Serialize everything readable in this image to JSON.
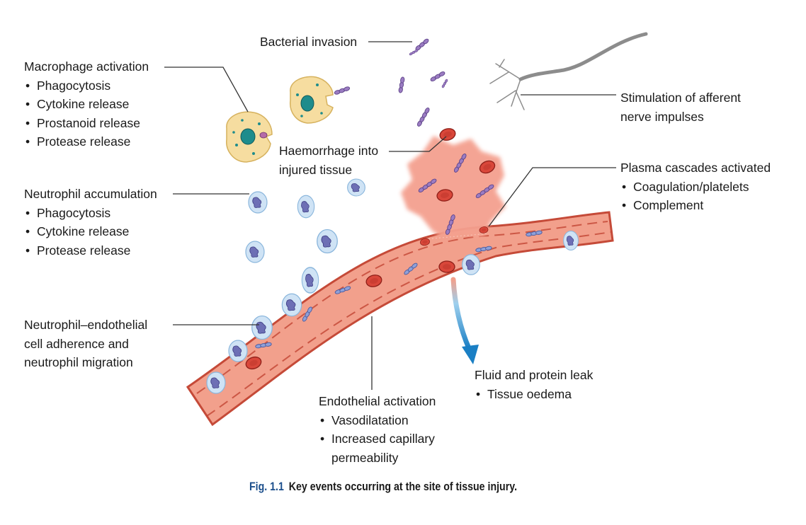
{
  "labels": {
    "bacterial_invasion": "Bacterial invasion",
    "macrophage": {
      "title": "Macrophage activation",
      "items": [
        "Phagocytosis",
        "Cytokine release",
        "Prostanoid release",
        "Protease release"
      ]
    },
    "neutrophil_accumulation": {
      "title": "Neutrophil accumulation",
      "items": [
        "Phagocytosis",
        "Cytokine release",
        "Protease release"
      ]
    },
    "neutrophil_endothelial": [
      "Neutrophil–endothelial",
      "cell adherence and",
      "neutrophil migration"
    ],
    "haemorrhage": [
      "Haemorrhage into",
      "injured tissue"
    ],
    "afferent": [
      "Stimulation of afferent",
      "nerve impulses"
    ],
    "plasma": {
      "title": "Plasma cascades activated",
      "items": [
        "Coagulation/platelets",
        "Complement"
      ]
    },
    "fluid": {
      "title": "Fluid and protein leak",
      "items": [
        "Tissue oedema"
      ]
    },
    "endothelial": {
      "title": "Endothelial activation",
      "items": [
        "Vasodilatation",
        "Increased capillary"
      ],
      "continuation": "permeability"
    }
  },
  "caption": {
    "fig_number": "Fig. 1.1",
    "text": "Key events occurring at the site of tissue injury."
  },
  "colors": {
    "vessel_fill": "#f2a08c",
    "vessel_wall": "#c54a38",
    "haemorrhage": "#f4a08f",
    "rbc": "#d9473a",
    "bacteria": "#8a6bb0",
    "neutrophil_halo": "#cfe3f5",
    "macrophage": "#f6dda0",
    "nucleus": "#1e8c8c",
    "nerve": "#8c8c8c",
    "leak_arrow": "#1a7fc4",
    "caption_fig": "#1c4f8c"
  }
}
